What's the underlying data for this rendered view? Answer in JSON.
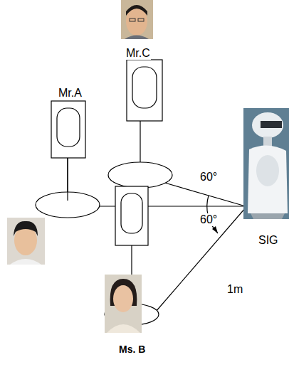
{
  "diagram": {
    "labels": [
      "Mr.C",
      "Mr.A",
      "Ms. B",
      "SIG",
      "60°",
      "60°",
      "1m"
    ]
  }
}
